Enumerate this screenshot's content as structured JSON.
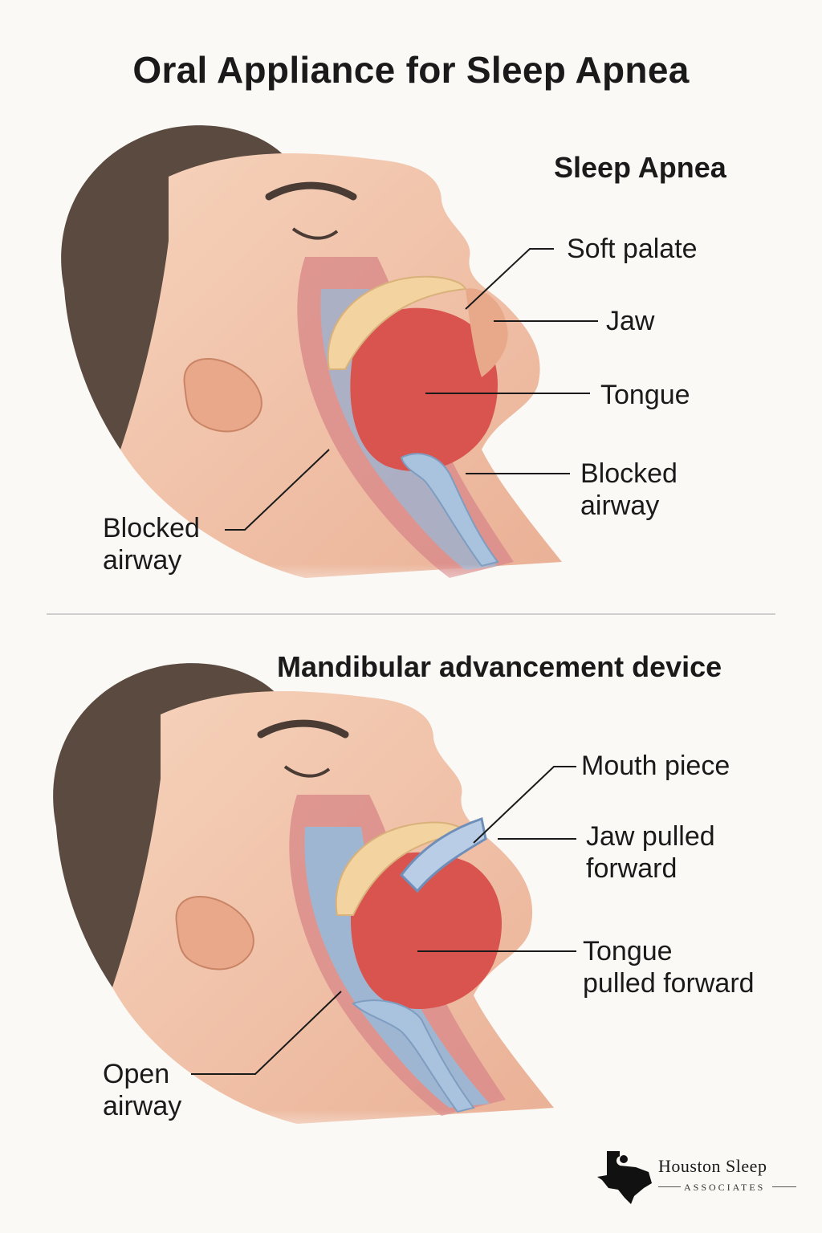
{
  "title": "Oral Appliance for Sleep Apnea",
  "panels": [
    {
      "heading": "Sleep Apnea",
      "labels": {
        "soft_palate": "Soft palate",
        "jaw": "Jaw",
        "tongue": "Tongue",
        "blocked_airway_right": [
          "Blocked",
          "airway"
        ],
        "blocked_airway_left": [
          "Blocked",
          "airway"
        ]
      }
    },
    {
      "heading": "Mandibular advancement device",
      "labels": {
        "mouth_piece": "Mouth piece",
        "jaw_forward": [
          "Jaw pulled",
          "forward"
        ],
        "tongue_forward": [
          "Tongue",
          "pulled forward"
        ],
        "open_airway": [
          "Open",
          "airway"
        ]
      }
    }
  ],
  "brand": {
    "name": "Houston Sleep",
    "sub": "ASSOCIATES"
  },
  "colors": {
    "skin": "#f2c3a6",
    "hair": "#5a4a40",
    "tissue": "#d9534f",
    "airway": "#a9bfd8",
    "palate": "#f3d3a0"
  }
}
